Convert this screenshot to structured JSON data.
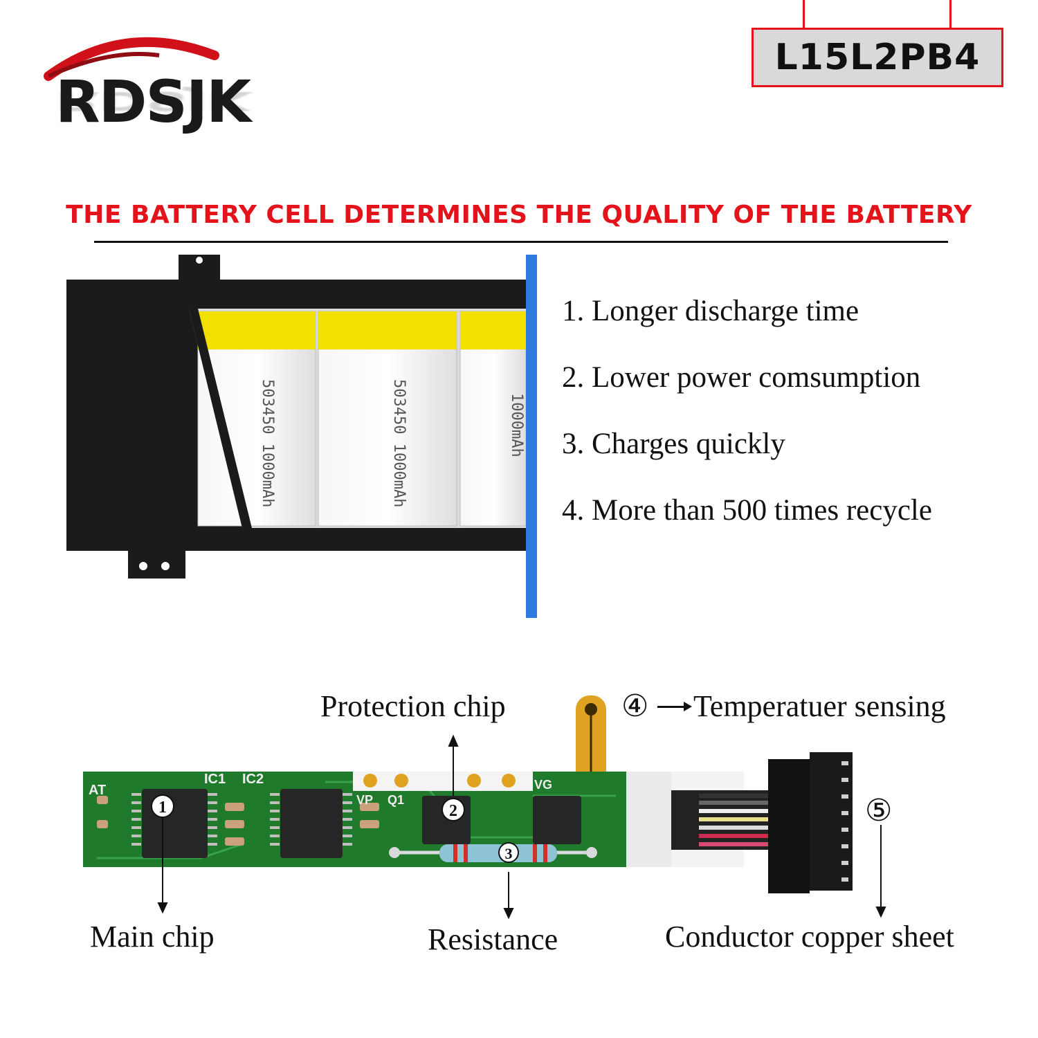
{
  "brand": {
    "logo_text": "RDSJK"
  },
  "model": {
    "label": "L15L2PB4"
  },
  "headline": "THE BATTERY CELL DETERMINES THE QUALITY OF THE BATTERY",
  "features": [
    "1. Longer discharge time",
    "2. Lower power comsumption",
    "3. Charges quickly",
    "4. More than 500 times recycle"
  ],
  "battery_cells": [
    {
      "text": "503450 1000mAh"
    },
    {
      "text": "503450 1000mAh"
    },
    {
      "text": "1000mAh"
    }
  ],
  "board": {
    "markers": [
      "1",
      "2",
      "3"
    ],
    "silkscreen": [
      "AT",
      "IC1",
      "IC2",
      "VP",
      "Q1",
      "VG"
    ],
    "labels": {
      "protection_chip": "Protection chip",
      "temperature_marker": "④",
      "temperature": "Temperatuer sensing",
      "main_chip": "Main chip",
      "resistance": "Resistance",
      "conductor_marker": "⑤",
      "conductor": "Conductor copper sheet"
    }
  },
  "colors": {
    "accent_red": "#e3121b",
    "board_green": "#1f7a2c",
    "battery_black": "#1b1b1b",
    "cell_yellow": "#f2e000",
    "battery_edge_blue": "#2f7be0"
  }
}
